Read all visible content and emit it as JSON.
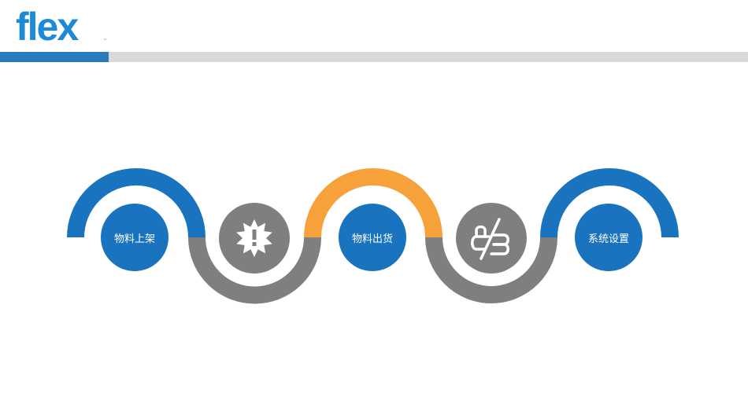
{
  "brand": {
    "logo_text": "flex",
    "trademark": "™",
    "color": "#1c8ad6"
  },
  "colors": {
    "blue": "#1a73be",
    "orange": "#f7a13a",
    "gray": "#7f7f7f",
    "header_accent": "#2a7bbd",
    "header_bar": "#d9d9d9"
  },
  "steps": [
    {
      "label": "物料上架",
      "color": "blue"
    },
    {
      "label": "物料出货",
      "color": "blue",
      "arc_color": "orange"
    },
    {
      "label": "系统设置",
      "color": "blue"
    }
  ],
  "connectors": [
    {
      "icon": "alert-burst-icon"
    },
    {
      "icon": "unlink-icon"
    }
  ]
}
